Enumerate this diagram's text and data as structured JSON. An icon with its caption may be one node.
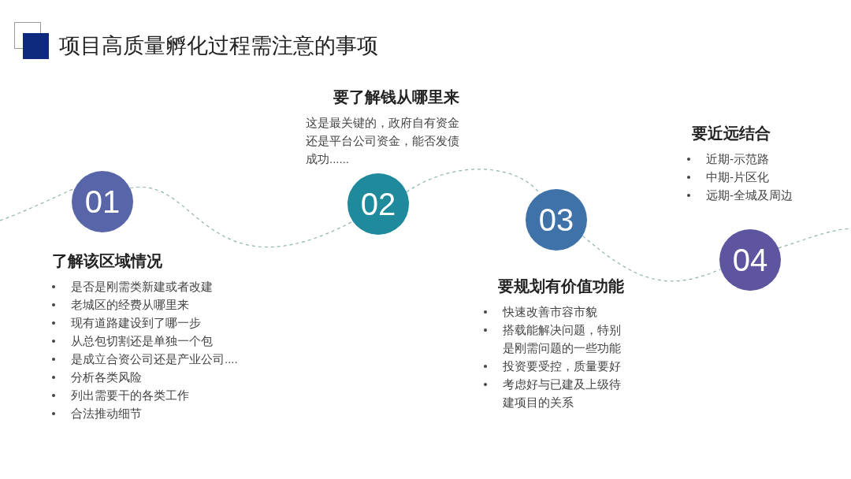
{
  "diagram": {
    "title": "项目高质量孵化过程需注意的事项",
    "nodes": [
      {
        "text": [
          "01"
        ],
        "beside": [
          "了解该区域情况",
          "是否是刚需类新建或者改建",
          "老城区的经费从哪里来",
          "现有道路建设到了哪一步",
          "从总包切割还是单独一个包",
          "是成立合资公司还是产业公司....",
          "分析各类风险",
          "列出需要干的各类工作",
          "合法推动细节"
        ]
      },
      {
        "text": [
          "02"
        ],
        "beside": [
          "要了解钱从哪里来",
          "这是最关键的，政府自有资金还是平台公司资金，能否发债成功......"
        ]
      },
      {
        "text": [
          "03"
        ],
        "beside": [
          "要规划有价值功能",
          "快速改善市容市貌",
          "搭载能解决问题，特别是刚需问题的一些功能",
          "投资要受控，质量要好",
          "考虑好与已建及上级待建项目的关系"
        ]
      },
      {
        "text": [
          "04"
        ],
        "beside": [
          "要近远结合",
          "近期-示范路",
          "中期-片区化",
          "远期-全城及周边"
        ]
      }
    ],
    "edges": [
      {
        "from": null,
        "to": 0,
        "arrow": "none",
        "style": "dashed"
      },
      {
        "from": 0,
        "to": 1,
        "arrow": "none",
        "style": "dashed"
      },
      {
        "from": 1,
        "to": 2,
        "arrow": "none",
        "style": "dashed"
      },
      {
        "from": 2,
        "to": 3,
        "arrow": "none",
        "style": "dashed"
      },
      {
        "from": 3,
        "to": null,
        "arrow": "none",
        "style": "dashed"
      }
    ]
  }
}
